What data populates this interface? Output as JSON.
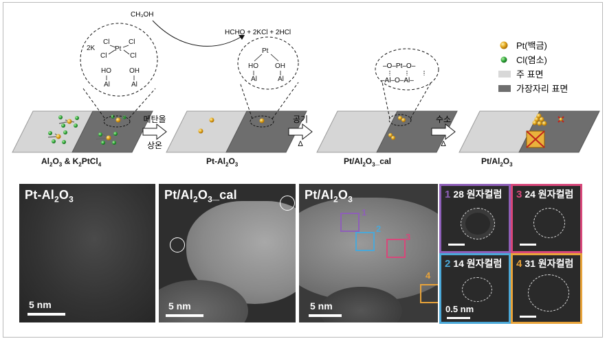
{
  "schematic": {
    "step1": {
      "reactant": "CH₃OH",
      "products": "HCHO + 2KCl + 2HCl",
      "arrow_top": "메탄올",
      "arrow_bottom": "상온"
    },
    "step2": {
      "arrow_top": "공기",
      "arrow_bottom": "Δ"
    },
    "step3": {
      "arrow_top": "수소",
      "arrow_bottom": "Δ"
    },
    "bubble1": {
      "k": "2K",
      "cl": "Cl",
      "pt": "Pt",
      "ho": "HO",
      "oh": "OH",
      "al": "Al"
    },
    "bubble2": {
      "pt": "Pt",
      "ho": "HO",
      "oh": "OH",
      "al": "Al"
    },
    "bubble3": {
      "top": "–O–Pt–O–",
      "bottom": "–Al–O–Al–"
    },
    "captions": {
      "c1": {
        "a": "Al",
        "b": "2",
        "c": "O",
        "d": "3",
        "e": " & K",
        "f": "2",
        "g": "PtCl",
        "h": "4"
      },
      "c2": {
        "a": "Pt-Al",
        "b": "2",
        "c": "O",
        "d": "3"
      },
      "c3": {
        "a": "Pt/Al",
        "b": "2",
        "c": "O",
        "d": "3",
        "e": "_cal"
      },
      "c4": {
        "a": "Pt/Al",
        "b": "2",
        "c": "O",
        "d": "3"
      }
    },
    "legend": [
      {
        "label": "Pt(백금)",
        "color": "#e0a820"
      },
      {
        "label": "Cl(염소)",
        "color": "#2fa83a"
      },
      {
        "label": "주 표면",
        "color": "#d8d8d8"
      },
      {
        "label": "가장자리 표면",
        "color": "#6e6e6e"
      }
    ]
  },
  "panels": [
    {
      "title": {
        "a": "Pt-Al",
        "b": "2",
        "c": "O",
        "d": "3",
        "e": ""
      },
      "scale": "5 nm"
    },
    {
      "title": {
        "a": "Pt/Al",
        "b": "2",
        "c": "O",
        "d": "3",
        "e": "_cal"
      },
      "scale": "5 nm"
    },
    {
      "title": {
        "a": "Pt/Al",
        "b": "2",
        "c": "O",
        "d": "3",
        "e": ""
      },
      "scale": "5 nm",
      "box_labels": [
        "1",
        "2",
        "3",
        "4"
      ]
    }
  ],
  "insets": [
    {
      "num": "1",
      "label": "28 원자컬럼",
      "color": "#8e5fb8"
    },
    {
      "num": "3",
      "label": "24 원자컬럼",
      "color": "#d8477a"
    },
    {
      "num": "2",
      "label": "14 원자컬럼",
      "color": "#4aa8d8",
      "scale": "0.5 nm"
    },
    {
      "num": "4",
      "label": "31 원자컬럼",
      "color": "#e8a33a"
    }
  ]
}
